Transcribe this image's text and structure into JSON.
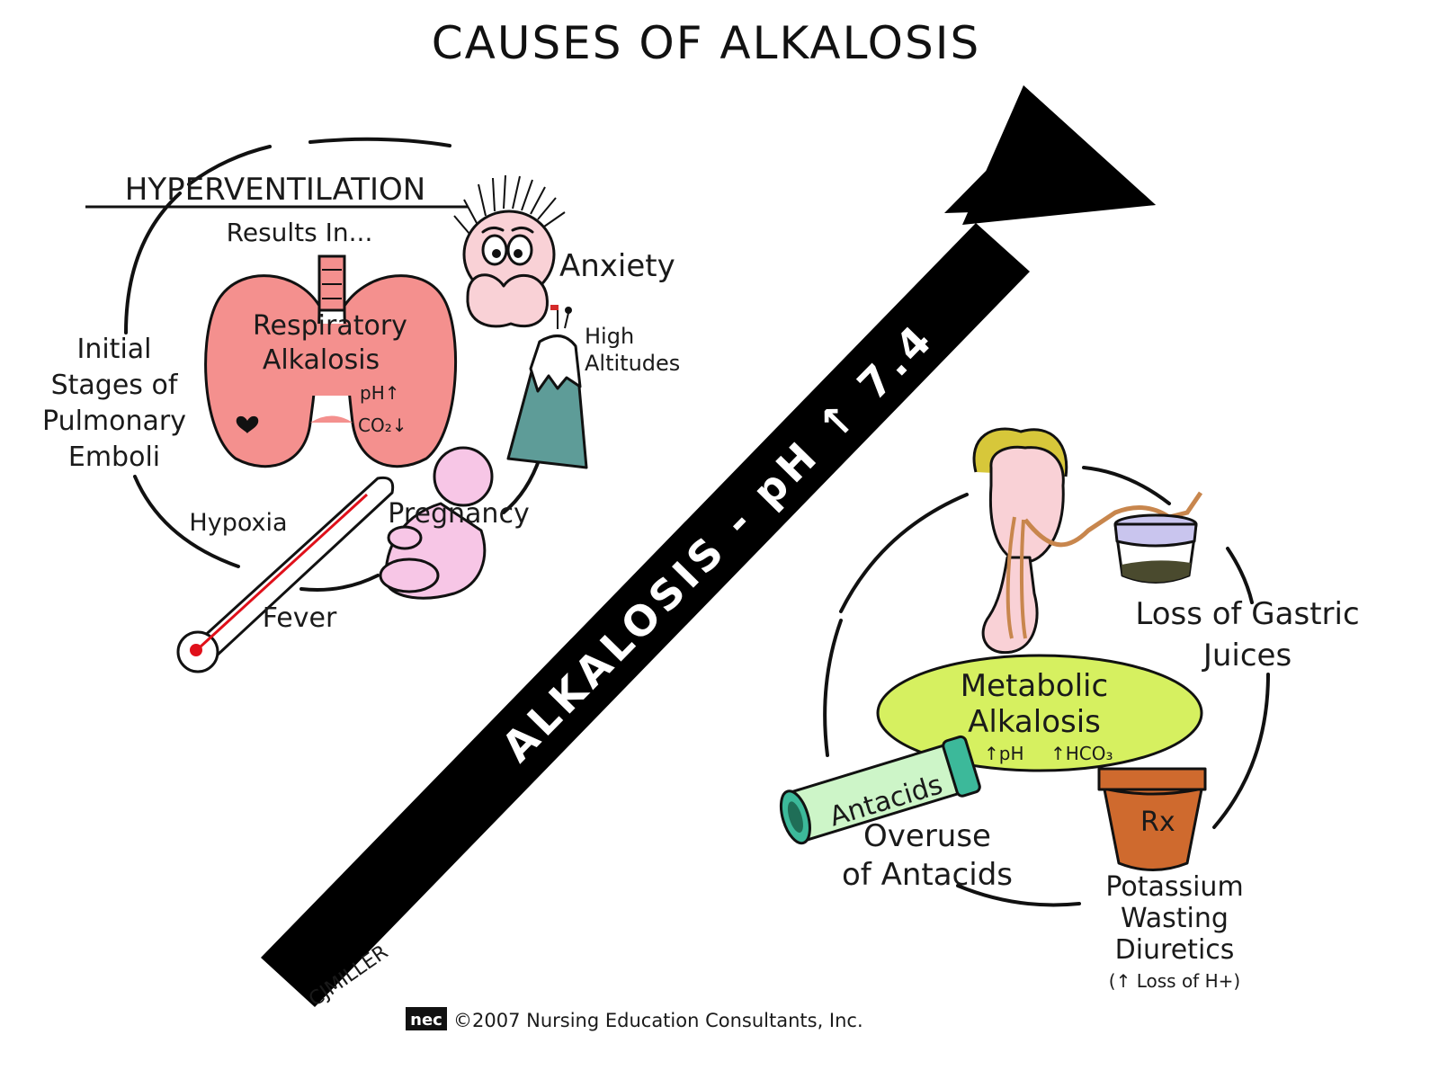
{
  "title": "CAUSES   OF  ALKALOSIS",
  "arrow_label": "ALKALOSIS - pH ↑ 7.4",
  "respiratory": {
    "header": "HYPERVENTILATION",
    "results_in": "Results In...",
    "organ_label_line1": "Respiratory",
    "organ_label_line2": "Alkalosis",
    "ph_change": "pH↑",
    "co2_change": "CO₂↓",
    "causes": {
      "anxiety": "Anxiety",
      "altitude_line1": "High",
      "altitude_line2": "Altitudes",
      "emboli_line1": "Initial",
      "emboli_line2": "Stages of",
      "emboli_line3": "Pulmonary",
      "emboli_line4": "Emboli",
      "hypoxia": "Hypoxia",
      "pregnancy": "Pregnancy",
      "fever": "Fever"
    }
  },
  "metabolic": {
    "label_line1": "Metabolic",
    "label_line2": "Alkalosis",
    "ph_change": "↑pH",
    "hco3_change": "↑HCO₃",
    "causes": {
      "gastric_line1": "Loss of Gastric",
      "gastric_line2": "Juices",
      "antacid_tube": "Antacids",
      "antacid_line1": "Overuse",
      "antacid_line2": "of Antacids",
      "rx_label": "Rx",
      "diuretic_line1": "Potassium",
      "diuretic_line2": "Wasting",
      "diuretic_line3": "Diuretics",
      "diuretic_line4": "(↑ Loss of H+)"
    }
  },
  "signature": "CJMILLER",
  "footer": {
    "logo": "nec",
    "copyright": "©2007 Nursing Education Consultants, Inc."
  },
  "colors": {
    "lung": "#f4908e",
    "metabolic_ellipse": "#d6f060",
    "antacid_tube": "#cdf5c8",
    "antacid_cap": "#3cb99a",
    "mountain": "#5e9c98",
    "rx_bottle": "#cf6a2e",
    "skin": "#f9d1d6",
    "baby": "#f7c6e6",
    "thermometer_red": "#e0101a",
    "arrow": "#000000"
  }
}
